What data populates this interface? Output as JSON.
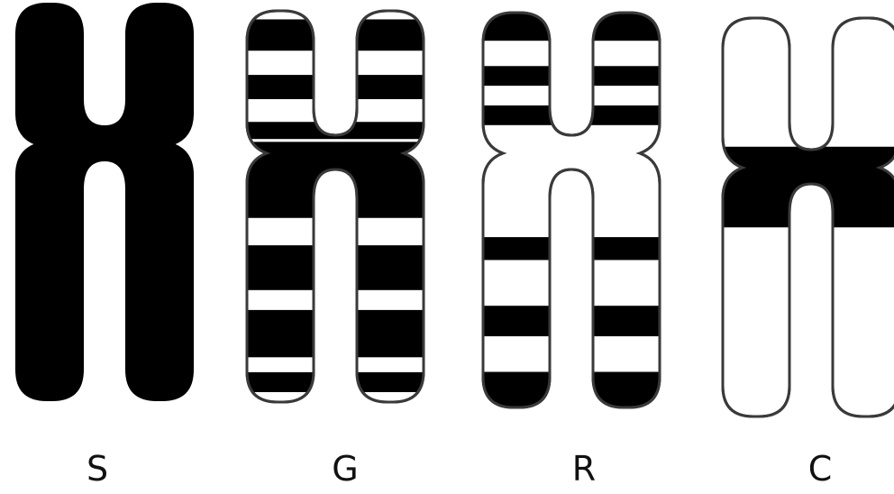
{
  "colors": {
    "ink": "#000000",
    "paper": "#ffffff",
    "outline": "#3a3a3a"
  },
  "chromosomes": [
    {
      "label": "S",
      "style": "solid",
      "bands": {
        "upper": [],
        "lower": []
      }
    },
    {
      "label": "G",
      "style": "g-banded",
      "bands": {
        "upper": [
          [
            0.06,
            0.28
          ],
          [
            0.45,
            0.62
          ],
          [
            0.78,
            0.9
          ],
          [
            0.92,
            1.0
          ]
        ],
        "lower": [
          [
            0.0,
            0.26
          ],
          [
            0.37,
            0.55
          ],
          [
            0.63,
            0.82
          ],
          [
            0.88,
            0.96
          ]
        ]
      }
    },
    {
      "label": "R",
      "style": "r-banded",
      "bands": {
        "upper": [
          [
            0.0,
            0.2
          ],
          [
            0.38,
            0.52
          ],
          [
            0.66,
            0.8
          ]
        ],
        "lower": [
          [
            0.33,
            0.42
          ],
          [
            0.6,
            0.72
          ],
          [
            0.86,
            1.0
          ]
        ]
      }
    },
    {
      "label": "C",
      "style": "c-banded",
      "bands": {
        "upper": [
          [
            0.86,
            1.0
          ]
        ],
        "lower": [
          [
            0.0,
            0.24
          ]
        ]
      }
    }
  ]
}
